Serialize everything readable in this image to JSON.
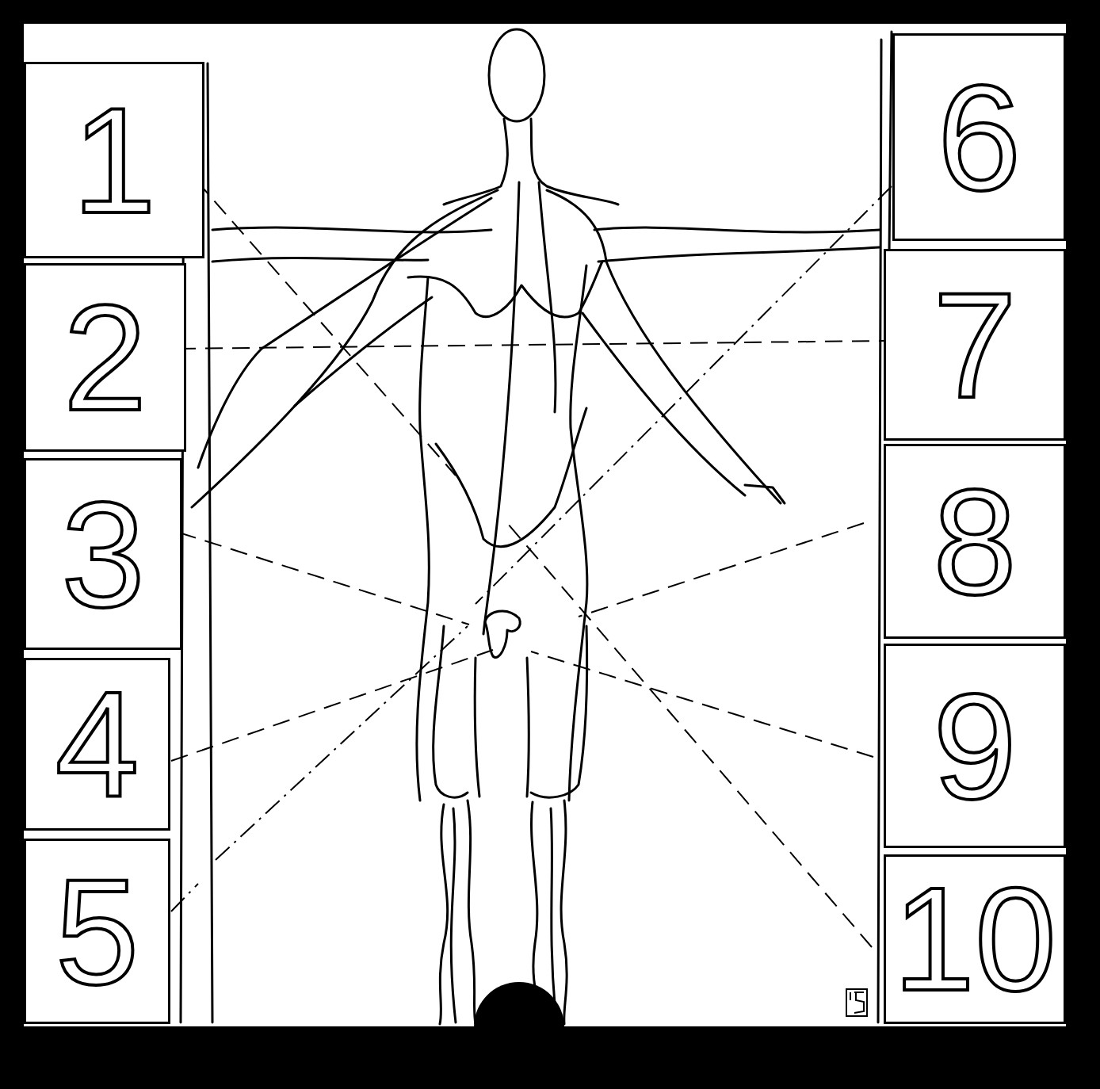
{
  "diagram": {
    "nodes": [
      {
        "text": [
          "1"
        ]
      },
      {
        "text": [
          "2"
        ]
      },
      {
        "text": [
          "3"
        ]
      },
      {
        "text": [
          "4"
        ]
      },
      {
        "text": [
          "5"
        ]
      },
      {
        "text": [
          "6"
        ]
      },
      {
        "text": [
          "7"
        ]
      },
      {
        "text": [
          "8"
        ]
      },
      {
        "text": [
          "9"
        ]
      },
      {
        "text": [
          "10"
        ]
      }
    ]
  }
}
